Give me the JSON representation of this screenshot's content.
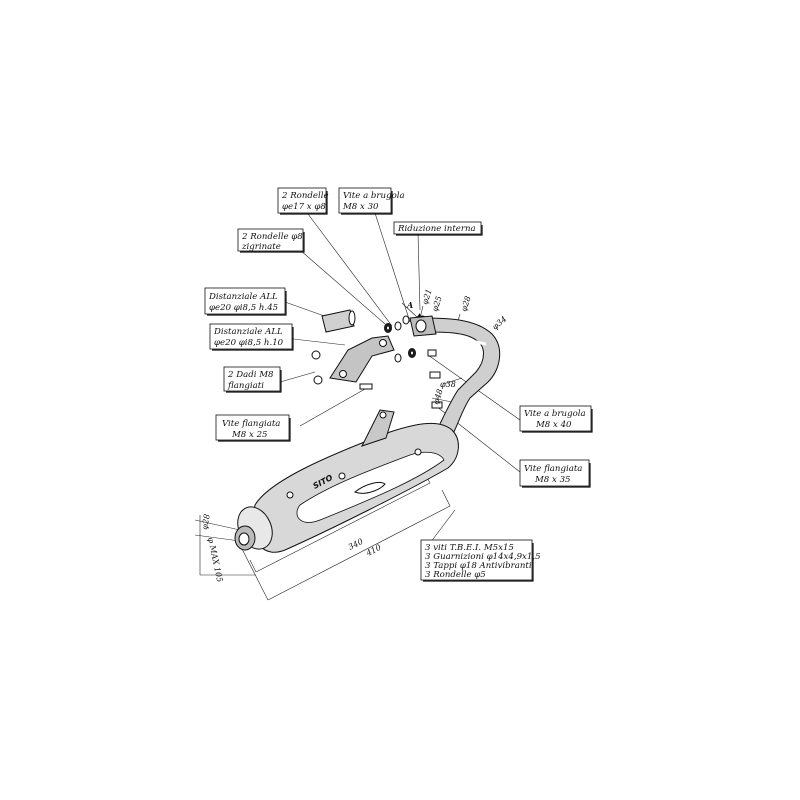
{
  "callouts": {
    "rondelle2": [
      "2 Rondelle",
      "φe17 x φ8"
    ],
    "vite_brugola_30": [
      "Vite a brugola",
      "M8 x 30"
    ],
    "riduzione": [
      "Riduzione interna"
    ],
    "rondelle_zigrinate": [
      "2 Rondelle φ8",
      "zigrinate"
    ],
    "distanziale_45": [
      "Distanziale ALL",
      "φe20 φi8,5 h.45"
    ],
    "distanziale_10": [
      "Distanziale ALL",
      "φe20 φi8,5 h.10"
    ],
    "dadi": [
      "2 Dadi M8",
      "flangiati"
    ],
    "vite_flangiata_25": [
      "Vite flangiata",
      "M8 x 25"
    ],
    "vite_brugola_40": [
      "Vite a brugola",
      "M8 x 40"
    ],
    "vite_flangiata_35": [
      "Vite flangiata",
      "M8 x 35"
    ],
    "kit": [
      "3 viti T.B.E.I. M5x15",
      "3 Guarnizioni φ14x4,9x1,5",
      "3 Tappi φ18 Antivibranti",
      "3 Rondelle φ5"
    ]
  },
  "dimensions": {
    "d21": "φ21",
    "d25": "φ25",
    "d28_pipe": "φ28",
    "d34": "φ34",
    "d38": "φ38",
    "d48": "φ48",
    "d28_outlet": "φ28",
    "max105": "φ MAX 105",
    "len340": "340",
    "len410": "410",
    "view_a": "A"
  },
  "logo": "SITO"
}
